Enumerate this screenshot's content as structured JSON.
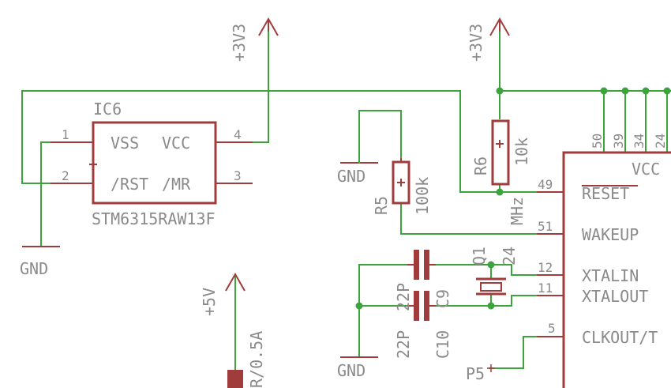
{
  "ic6": {
    "ref": "IC6",
    "value": "STM6315RAW13F",
    "pins": [
      {
        "num": "1",
        "name": "VSS"
      },
      {
        "num": "2",
        "name": "/RST"
      },
      {
        "num": "3",
        "name": "/MR"
      },
      {
        "num": "4",
        "name": "VCC"
      }
    ]
  },
  "mcu": {
    "pins": [
      {
        "num": "50"
      },
      {
        "num": "39"
      },
      {
        "num": "34"
      },
      {
        "num": "24"
      },
      {
        "num": "49",
        "name": "RESET"
      },
      {
        "num": "51",
        "name": "WAKEUP"
      },
      {
        "num": "12",
        "name": "XTALIN"
      },
      {
        "num": "11",
        "name": "XTALOUT"
      },
      {
        "num": "5",
        "name": "CLKOUT/T"
      }
    ],
    "vcc_label": "VCC"
  },
  "power": {
    "v33_left": "+3V3",
    "v33_right": "+3V3",
    "v5": "+5V",
    "gnd_left": "GND",
    "gnd_mid": "GND",
    "gnd_bottom": "GND"
  },
  "resistors": {
    "r5": {
      "ref": "R5",
      "value": "100k"
    },
    "r6": {
      "ref": "R6",
      "value": "10k"
    },
    "r_fuse_value": "R/0.5A"
  },
  "capacitors": {
    "c9": {
      "ref": "C9",
      "value": "22P"
    },
    "c10": {
      "ref": "C10",
      "value": "22P"
    }
  },
  "crystal": {
    "ref": "Q1",
    "value": "24",
    "freq_unit": "MHz"
  },
  "port": {
    "p5": "P5"
  },
  "colors": {
    "wire": "#3da33d",
    "part": "#a03c3c",
    "label": "#8a8a8a"
  }
}
